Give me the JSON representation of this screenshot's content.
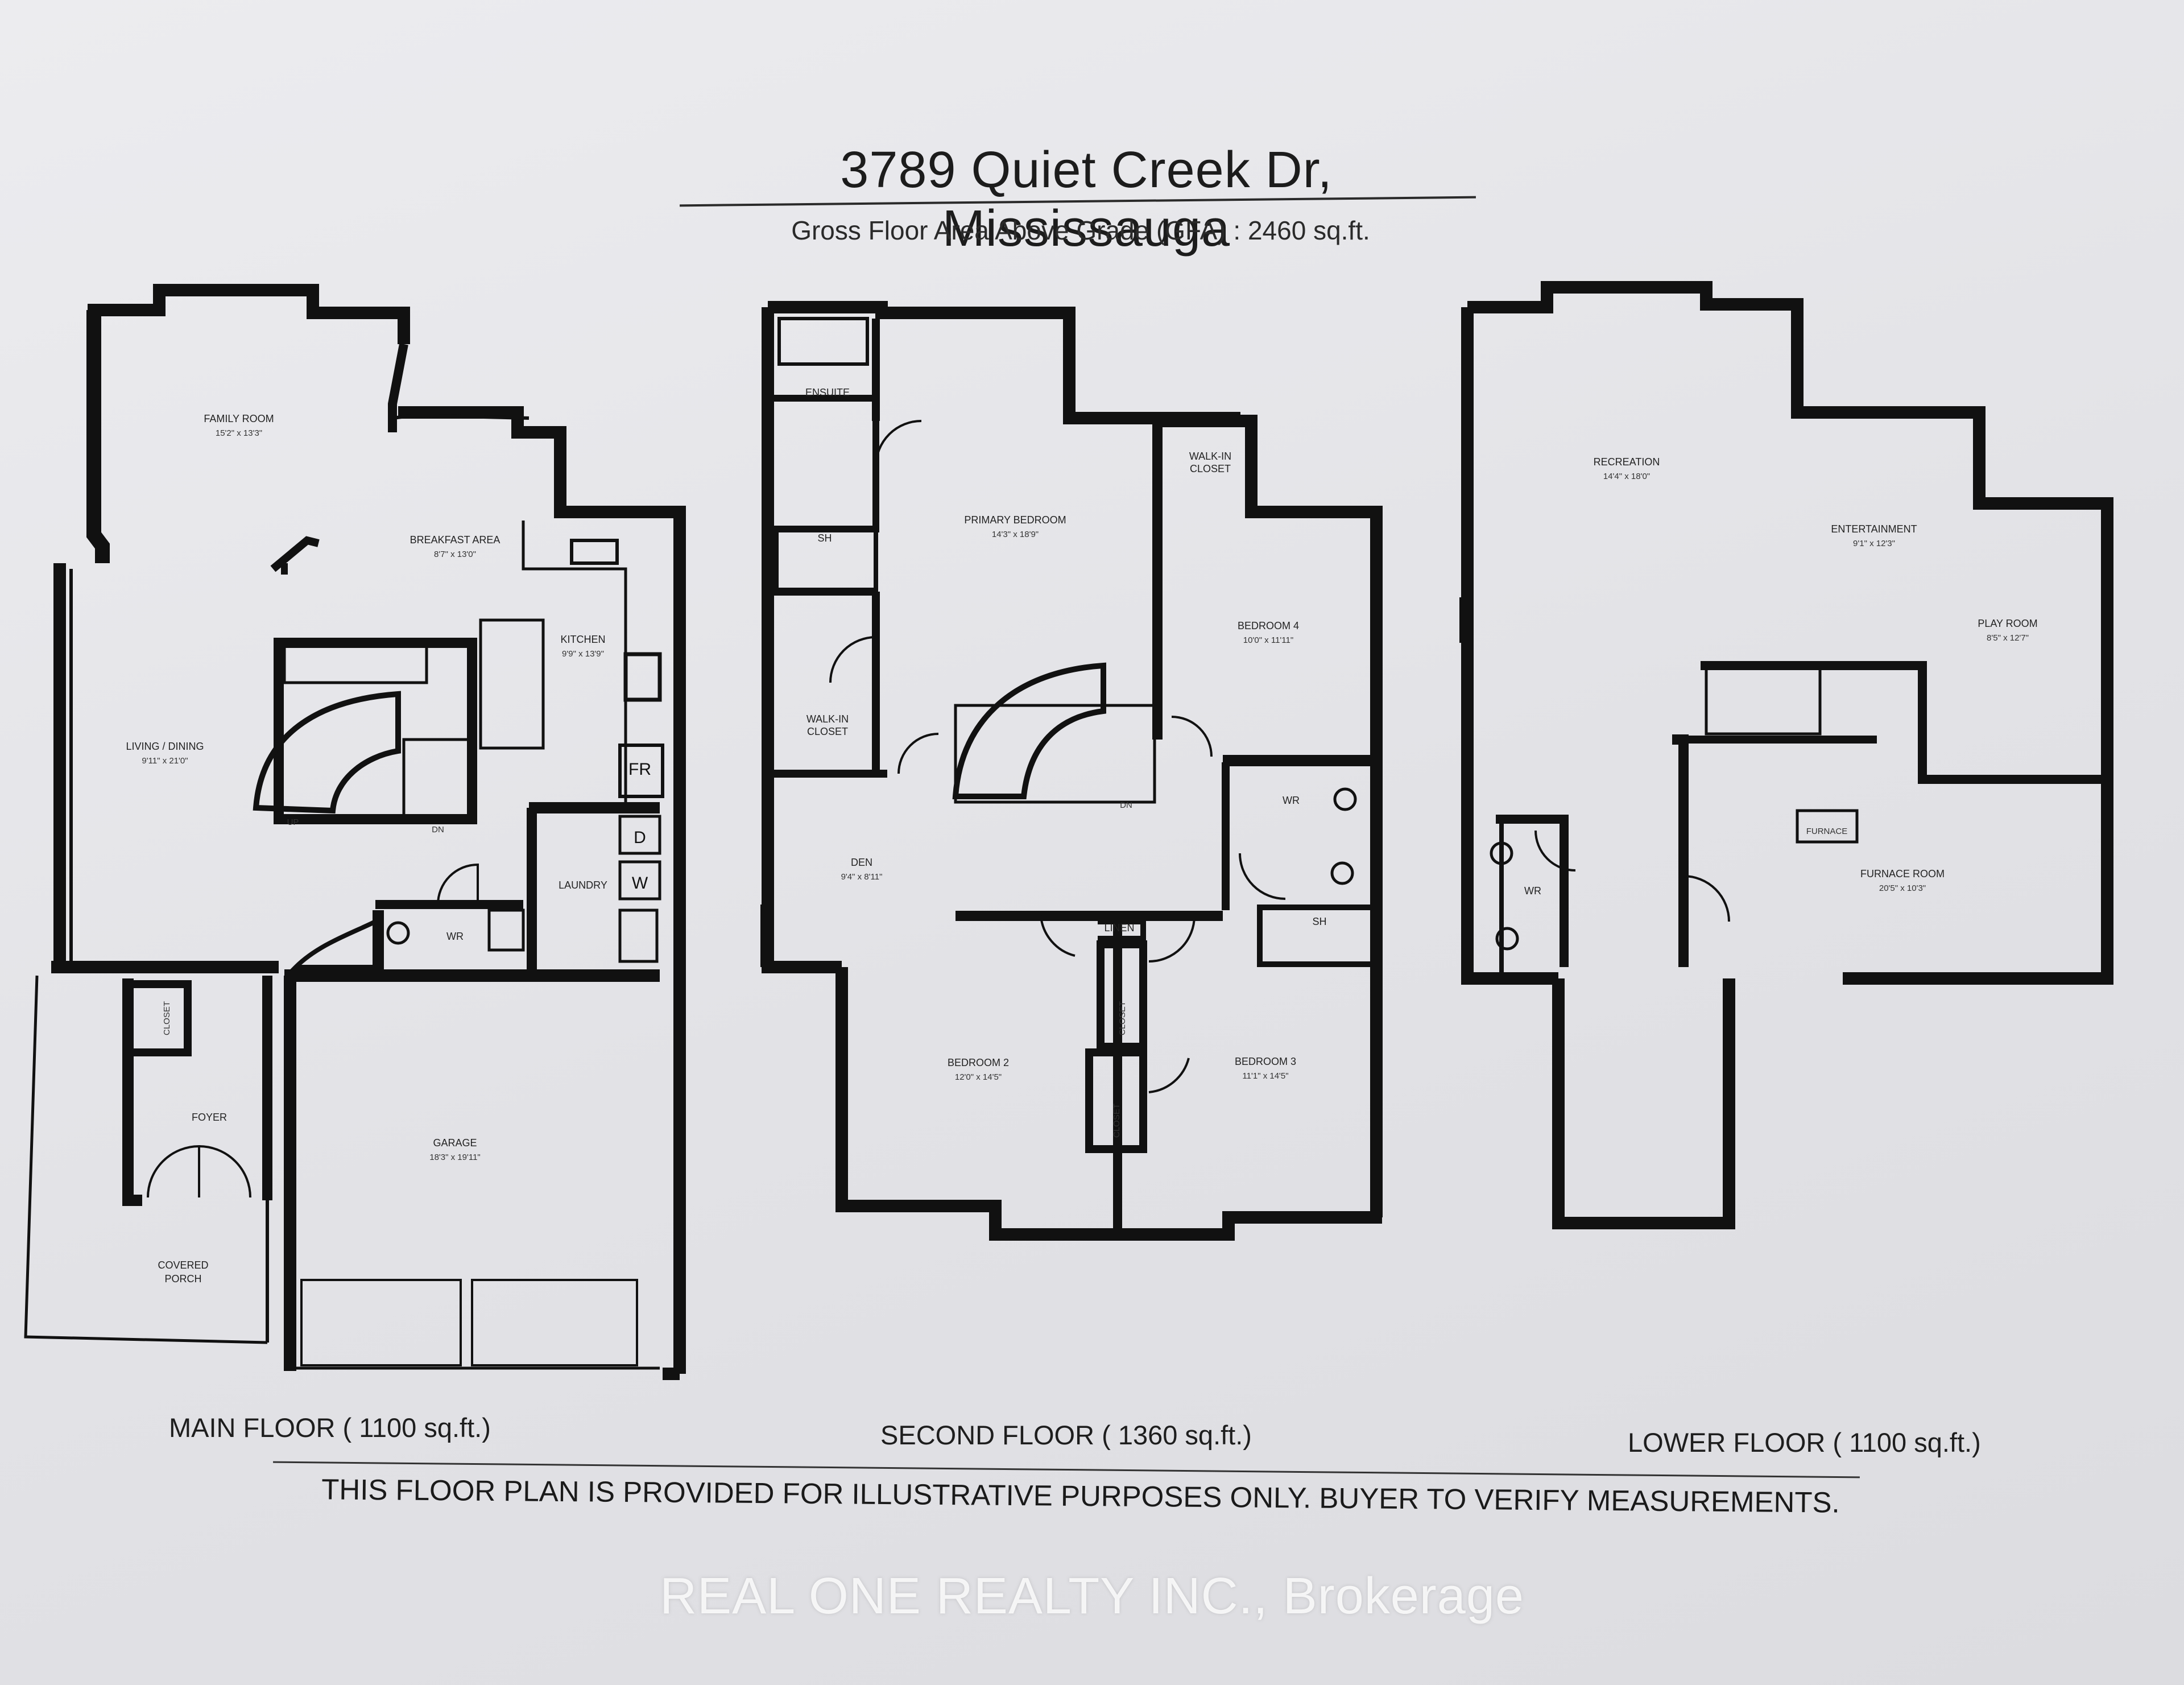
{
  "header": {
    "address": "3789 Quiet Creek Dr, Mississauga",
    "gfa": "Gross Floor Area Above Grade  (GFA) : 2460 sq.ft."
  },
  "floors": {
    "main": {
      "caption": "MAIN FLOOR ( 1100 sq.ft.)",
      "rooms": {
        "family_room": {
          "label": "FAMILY ROOM",
          "dim": "15'2\" x 13'3\""
        },
        "breakfast": {
          "label": "BREAKFAST AREA",
          "dim": "8'7\" x 13'0\""
        },
        "kitchen": {
          "label": "KITCHEN",
          "dim": "9'9\" x 13'9\""
        },
        "living": {
          "label": "LIVING / DINING",
          "dim": "9'11\" x 21'0\""
        },
        "laundry": {
          "label": "LAUNDRY"
        },
        "wr": {
          "label": "WR"
        },
        "closet": {
          "label": "CLOSET"
        },
        "foyer": {
          "label": "FOYER"
        },
        "garage": {
          "label": "GARAGE",
          "dim": "18'3\" x 19'11\""
        },
        "porch_1": {
          "label": "COVERED"
        },
        "porch_2": {
          "label": "PORCH"
        }
      },
      "marks": {
        "up": "UP",
        "dn": "DN",
        "fr": "FR",
        "d": "D",
        "w": "W"
      }
    },
    "second": {
      "caption": "SECOND FLOOR ( 1360 sq.ft.)",
      "rooms": {
        "ensuite": {
          "label": "ENSUITE"
        },
        "sh1": {
          "label": "SH"
        },
        "walk_in_1": {
          "label": "WALK-IN",
          "label2": "CLOSET"
        },
        "primary": {
          "label": "PRIMARY BEDROOM",
          "dim": "14'3\" x 18'9\""
        },
        "walk_in_2": {
          "label": "WALK-IN",
          "label2": "CLOSET"
        },
        "bedroom4": {
          "label": "BEDROOM 4",
          "dim": "10'0\" x 11'11\""
        },
        "den": {
          "label": "DEN",
          "dim": "9'4\" x 8'11\""
        },
        "wr": {
          "label": "WR"
        },
        "sh2": {
          "label": "SH"
        },
        "linen": {
          "label": "LINEN"
        },
        "closet_a": {
          "label": "CLOSET"
        },
        "closet_b": {
          "label": "CLOSET"
        },
        "bedroom2": {
          "label": "BEDROOM 2",
          "dim": "12'0\" x 14'5\""
        },
        "bedroom3": {
          "label": "BEDROOM 3",
          "dim": "11'1\" x 14'5\""
        }
      },
      "marks": {
        "dn": "DN"
      }
    },
    "lower": {
      "caption": "LOWER FLOOR ( 1100 sq.ft.)",
      "rooms": {
        "recreation": {
          "label": "RECREATION",
          "dim": "14'4\" x 18'0\""
        },
        "entertainment": {
          "label": "ENTERTAINMENT",
          "dim": "9'1\" x 12'3\""
        },
        "play": {
          "label": "PLAY ROOM",
          "dim": "8'5\" x 12'7\""
        },
        "furnace_box": {
          "label": "FURNACE"
        },
        "furnace_room": {
          "label": "FURNACE ROOM",
          "dim": "20'5\" x 10'3\""
        },
        "wr": {
          "label": "WR"
        }
      }
    }
  },
  "footer": {
    "disclaimer": "THIS FLOOR PLAN IS PROVIDED FOR ILLUSTRATIVE PURPOSES ONLY. BUYER TO VERIFY MEASUREMENTS.",
    "watermark": "REAL ONE REALTY INC., Brokerage"
  },
  "colors": {
    "wall": "#111111",
    "paper": "#e6e6e9"
  }
}
